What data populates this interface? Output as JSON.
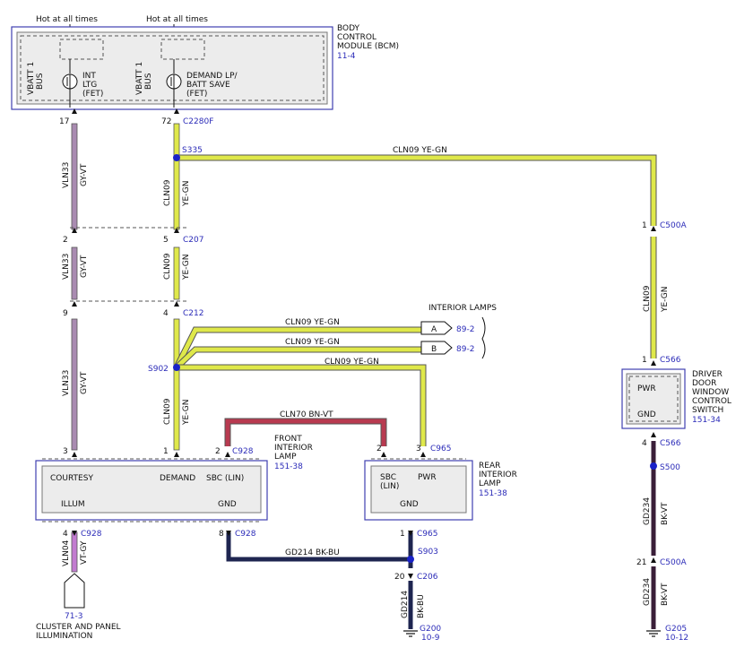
{
  "colors": {
    "yellow_green": "#dfe84a",
    "gray_violet": "#a98bb1",
    "violet_gray": "#c27bd0",
    "brown_violet": "#b83a50",
    "black_blue": "#1e2550",
    "black_violet": "#3a1e38",
    "splice_blue": "#1a22c8",
    "border_blue": "#4040b0",
    "label_blue": "#2b2bb8"
  },
  "bcm": {
    "hot_label_1": "Hot at all times",
    "hot_label_2": "Hot at all times",
    "title_line1": "BODY",
    "title_line2": "CONTROL",
    "title_line3": "MODULE (BCM)",
    "ref": "11-4",
    "vbatt1_a": "VBATT 1",
    "bus_a": "BUS",
    "vbatt1_b": "VBATT 1",
    "bus_b": "BUS",
    "fet1_line1": "INT",
    "fet1_line2": "LTG",
    "fet1_line3": "(FET)",
    "fet2_line1": "DEMAND LP/",
    "fet2_line2": "BATT SAVE",
    "fet2_line3": "(FET)",
    "pin_left": "17",
    "pin_right": "72",
    "connector": "C2280F"
  },
  "wires": {
    "vln33_a": "VLN33",
    "gyvt_a": "GY-VT",
    "vln33_b": "VLN33",
    "gyvt_b": "GY-VT",
    "vln33_c": "VLN33",
    "gyvt_c": "GY-VT",
    "cln09_a": "CLN09",
    "yegn_a": "YE-GN",
    "cln09_b": "CLN09",
    "yegn_b": "YE-GN",
    "cln09_c": "CLN09",
    "yegn_c": "YE-GN",
    "cln09_top": "CLN09  YE-GN",
    "cln09_right": "CLN09",
    "yegn_right": "YE-GN",
    "cln09_h1": "CLN09  YE-GN",
    "cln09_h2": "CLN09  YE-GN",
    "cln09_h3": "CLN09  YE-GN",
    "cln70": "CLN70  BN-VT",
    "gd214_h": "GD214  BK-BU",
    "gd214_v": "GD214",
    "bkbu_v": "BK-BU",
    "vln04": "VLN04",
    "vtgy": "VT-GY",
    "gd234_a": "GD234",
    "bkvt_a": "BK-VT",
    "gd234_b": "GD234",
    "bkvt_b": "BK-VT"
  },
  "connectors": {
    "s335": "S335",
    "pin_c207_left": "2",
    "pin_c207_right": "5",
    "c207": "C207",
    "pin_c212_left": "9",
    "pin_c212_right": "4",
    "c212": "C212",
    "s902": "S902",
    "c500a_pin_top": "1",
    "c500a_top": "C500A",
    "c566_pin_top": "1",
    "c566_top": "C566",
    "c566_pin_bot": "4",
    "c566_bot": "C566",
    "s500": "S500",
    "c500a_pin_bot": "21",
    "c500a_bot": "C500A",
    "front_pin3": "3",
    "front_pin1": "1",
    "front_pin2": "2",
    "c928_top": "C928",
    "rear_pin2": "2",
    "rear_pin3": "3",
    "c965_top": "C965",
    "front_pin4": "4",
    "c928_b1": "C928",
    "front_pin8": "8",
    "c928_b2": "C928",
    "rear_pin1": "1",
    "c965_bot": "C965",
    "s903": "S903",
    "c206_pin": "20",
    "c206": "C206"
  },
  "interior_lamps": {
    "title": "INTERIOR LAMPS",
    "a": "A",
    "a_ref": "89-2",
    "b": "B",
    "b_ref": "89-2"
  },
  "front_lamp": {
    "title_line1": "FRONT",
    "title_line2": "INTERIOR",
    "title_line3": "LAMP",
    "ref": "151-38",
    "courtesy": "COURTESY",
    "demand": "DEMAND",
    "sbc": "SBC (LIN)",
    "illum": "ILLUM",
    "gnd": "GND"
  },
  "rear_lamp": {
    "title_line1": "REAR",
    "title_line2": "INTERIOR",
    "title_line3": "LAMP",
    "ref": "151-38",
    "sbc_line1": "SBC",
    "sbc_line2": "(LIN)",
    "pwr": "PWR",
    "gnd": "GND"
  },
  "driver_switch": {
    "title_line1": "DRIVER",
    "title_line2": "DOOR",
    "title_line3": "WINDOW",
    "title_line4": "CONTROL",
    "title_line5": "SWITCH",
    "ref": "151-34",
    "pwr": "PWR",
    "gnd": "GND"
  },
  "cluster": {
    "ref": "71-3",
    "line1": "CLUSTER AND PANEL",
    "line2": "ILLUMINATION"
  },
  "grounds": {
    "g200": "G200",
    "g200_ref": "10-9",
    "g205": "G205",
    "g205_ref": "10-12"
  }
}
